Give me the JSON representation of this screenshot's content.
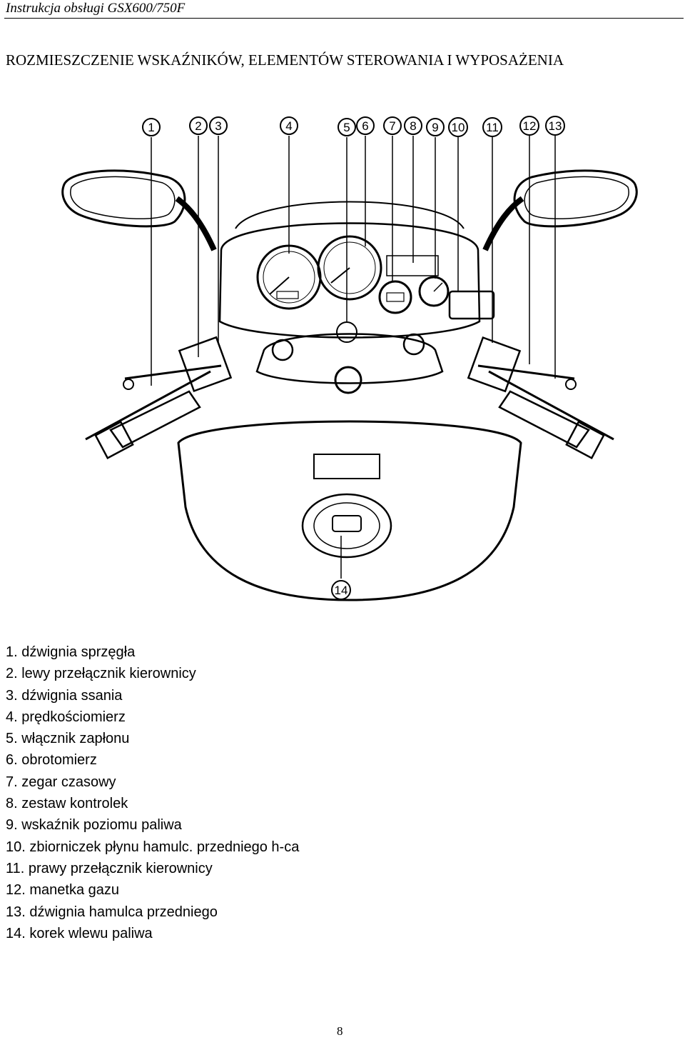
{
  "header": {
    "running_title": "Instrukcja obsługi GSX600/750F"
  },
  "title": "ROZMIESZCZENIE WSKAŹNIKÓW, ELEMENTÓW STEROWANIA I WYPOSAŻENIA",
  "figure": {
    "callouts": [
      "1",
      "2",
      "3",
      "4",
      "5",
      "6",
      "7",
      "8",
      "9",
      "10",
      "11",
      "12",
      "13",
      "14"
    ]
  },
  "legend": [
    "1. dźwignia sprzęgła",
    "2. lewy przełącznik kierownicy",
    "3. dźwignia ssania",
    "4. prędkościomierz",
    "5. włącznik zapłonu",
    "6. obrotomierz",
    "7. zegar czasowy",
    "8. zestaw kontrolek",
    "9. wskaźnik poziomu paliwa",
    "10. zbiorniczek płynu hamulc. przedniego h-ca",
    "11. prawy przełącznik kierownicy",
    "12. manetka gazu",
    "13. dźwignia hamulca przedniego",
    "14. korek wlewu paliwa"
  ],
  "page_number": "8"
}
